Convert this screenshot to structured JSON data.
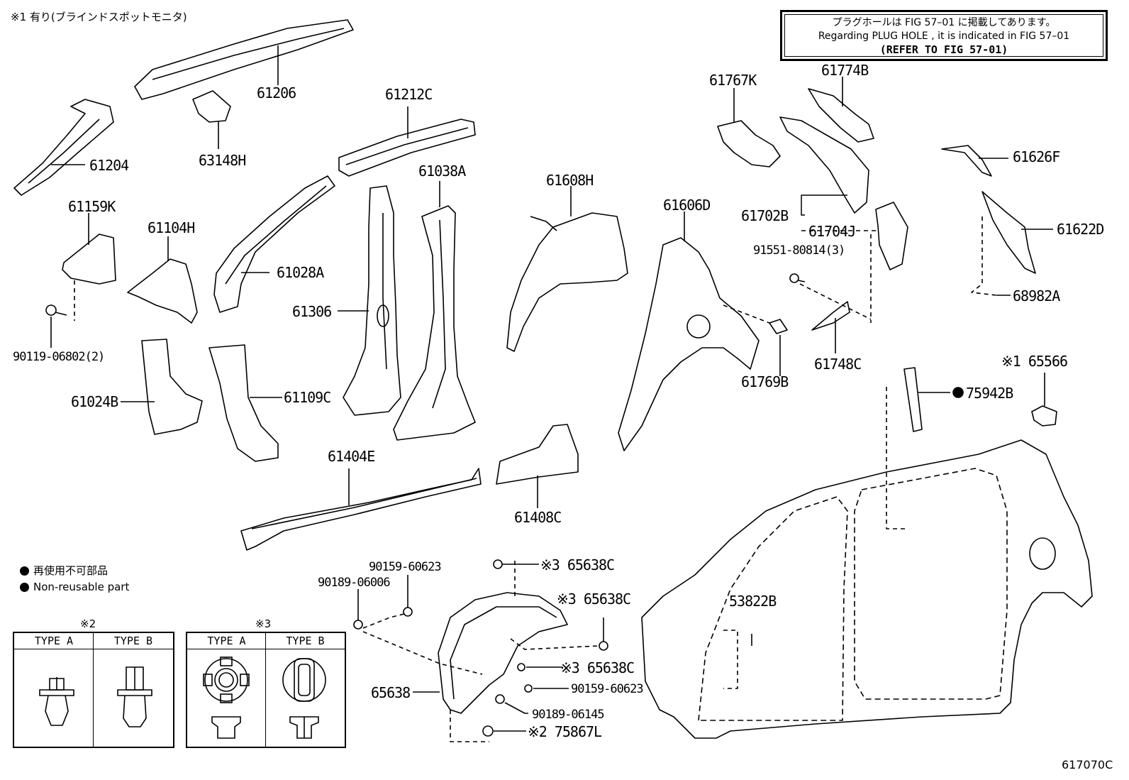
{
  "header_note": "※1 有り(ブラインドスポットモニタ)",
  "refer_box": {
    "line1": "プラグホールは FIG 57–01 に掲載してあります。",
    "line2": "Regarding  PLUG  HOLE , it is indicated in  FIG  57–01",
    "line3": "(REFER TO FIG 57-01)"
  },
  "parts": {
    "p61206": "61206",
    "p61204": "61204",
    "p63148H": "63148H",
    "p61212C": "61212C",
    "p61038A": "61038A",
    "p61159K": "61159K",
    "p61104H": "61104H",
    "p61028A": "61028A",
    "p61306": "61306",
    "p90119": "90119-06802(2)",
    "p61024B": "61024B",
    "p61109C": "61109C",
    "p61404E": "61404E",
    "p61608H": "61608H",
    "p61408C": "61408C",
    "p61606D": "61606D",
    "p61767K": "61767K",
    "p61774B": "61774B",
    "p61702B": "61702B",
    "p61704J": "61704J",
    "p91551": "91551-80814(3)",
    "p61769B": "61769B",
    "p61748C": "61748C",
    "p61626F": "61626F",
    "p61622D": "61622D",
    "p68982A": "68982A",
    "p65566": "※1 65566",
    "p75942B": "75942B",
    "p53822B": "53822B",
    "p65638C_a": "※3 65638C",
    "p65638C_b": "※3 65638C",
    "p65638C_c": "※3 65638C",
    "p90159_a": "90159-60623",
    "p90189_a": "90189-06006",
    "p90159_b": "90159-60623",
    "p90189_b": "90189-06145",
    "p65638": "65638",
    "p75867L": "※2 75867L"
  },
  "legend": {
    "jp": "再使用不可部品",
    "en": "Non-reusable part"
  },
  "clip_table_2": {
    "mark": "※2",
    "type_a": "TYPE A",
    "type_b": "TYPE B"
  },
  "clip_table_3": {
    "mark": "※3",
    "type_a": "TYPE A",
    "type_b": "TYPE B"
  },
  "figure_code": "617070C"
}
